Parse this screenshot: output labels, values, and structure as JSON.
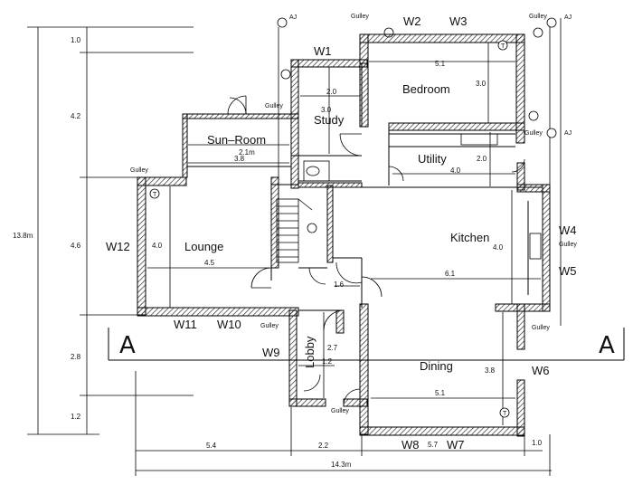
{
  "rooms": {
    "bedroom": "Bedroom",
    "study": "Study",
    "sunroom": "Sun–Room",
    "utility": "Utility",
    "lounge": "Lounge",
    "kitchen": "Kitchen",
    "lobby": "Lobby",
    "dining": "Dining"
  },
  "windows": [
    "W1",
    "W2",
    "W3",
    "W4",
    "W5",
    "W6",
    "W7",
    "W8",
    "W9",
    "W10",
    "W11",
    "W12"
  ],
  "markers": {
    "gulley": "Gulley",
    "aj": "AJ",
    "section": "A",
    "t": "T"
  },
  "dims": {
    "bedroom_w": "5.1",
    "bedroom_d": "3.0",
    "study_w": "2.0",
    "study_d": "3.0",
    "sun_a": "2.1m",
    "sun_b": "3.8",
    "utility_w": "4.0",
    "utility_d": "2.0",
    "lounge_d": "4.0",
    "lounge_w": "4.5",
    "kitchen_d": "4.0",
    "kitchen_w": "6.1",
    "hall": "1.6",
    "lobby_d": "2.7",
    "lobby_w": "1.2",
    "dining_d": "3.8",
    "dining_w": "5.1",
    "dining_b": "5.7",
    "left_1": "1.0",
    "left_2": "4.2",
    "left_3": "4.6",
    "left_4": "2.8",
    "left_5": "1.2",
    "total_h": "13.8m",
    "bot_1": "5.4",
    "bot_2": "2.2",
    "bot_3": "1.0",
    "total_w": "14.3m"
  }
}
